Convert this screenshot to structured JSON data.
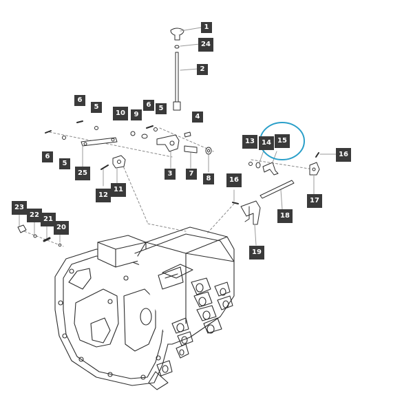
{
  "callouts": [
    {
      "id": "callout-1",
      "text": "1"
    },
    {
      "id": "callout-24-top",
      "text": "24"
    },
    {
      "id": "callout-2",
      "text": "2"
    },
    {
      "id": "callout-6-left-top",
      "text": "6"
    },
    {
      "id": "callout-5-left-top",
      "text": "5"
    },
    {
      "id": "callout-10",
      "text": "10"
    },
    {
      "id": "callout-9",
      "text": "9"
    },
    {
      "id": "callout-6-mid",
      "text": "6"
    },
    {
      "id": "callout-5-mid",
      "text": "5"
    },
    {
      "id": "callout-4",
      "text": "4"
    },
    {
      "id": "callout-6-left-bottom",
      "text": "6"
    },
    {
      "id": "callout-5-left-bottom",
      "text": "5"
    },
    {
      "id": "callout-25",
      "text": "25"
    },
    {
      "id": "callout-12",
      "text": "12"
    },
    {
      "id": "callout-11",
      "text": "11"
    },
    {
      "id": "callout-3",
      "text": "3"
    },
    {
      "id": "callout-7",
      "text": "7"
    },
    {
      "id": "callout-8",
      "text": "8"
    },
    {
      "id": "callout-13",
      "text": "13"
    },
    {
      "id": "callout-14",
      "text": "14"
    },
    {
      "id": "callout-15",
      "text": "15"
    },
    {
      "id": "callout-16-right",
      "text": "16"
    },
    {
      "id": "callout-17",
      "text": "17"
    },
    {
      "id": "callout-16-mid",
      "text": "16"
    },
    {
      "id": "callout-18",
      "text": "18"
    },
    {
      "id": "callout-19",
      "text": "19"
    },
    {
      "id": "callout-23",
      "text": "23"
    },
    {
      "id": "callout-22",
      "text": "22"
    },
    {
      "id": "callout-21",
      "text": "21"
    },
    {
      "id": "callout-20",
      "text": "20"
    }
  ],
  "highlight": {
    "part": "15",
    "color": "#2a9fc9"
  },
  "colors": {
    "ink": "#2b2b2b",
    "label_bg": "#3a3a3a",
    "label_text": "#ffffff"
  }
}
